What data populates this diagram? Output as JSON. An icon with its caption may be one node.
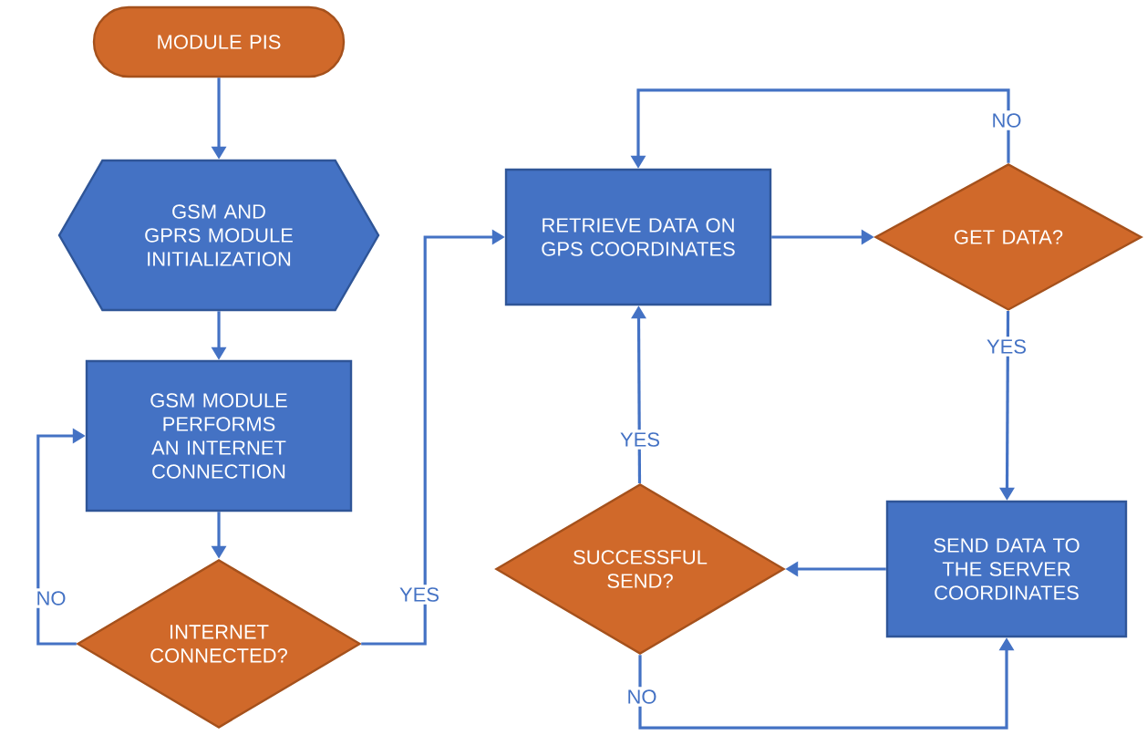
{
  "diagram": {
    "nodes": [
      {
        "text": [
          "MODULE PIS"
        ]
      },
      {
        "text": [
          "GSM AND GPRS MODULE INITIALIZATION"
        ]
      },
      {
        "text": [
          "GSM MODULE PERFORMS AN INTERNET CONNECTION"
        ]
      },
      {
        "text": [
          "INTERNET CONNECTED?"
        ]
      },
      {
        "text": [
          "RETRIEVE DATA ON GPS COORDINATES"
        ]
      },
      {
        "text": [
          "GET DATA?"
        ]
      },
      {
        "text": [
          "SEND DATA TO THE SERVER COORDINATES"
        ]
      },
      {
        "text": [
          "SUCCESSFUL SEND?"
        ]
      }
    ],
    "edges": [
      {
        "from": 0,
        "to": 1,
        "arrow": "to"
      },
      {
        "from": 1,
        "to": 2,
        "arrow": "to"
      },
      {
        "from": 2,
        "to": 3,
        "arrow": "to"
      },
      {
        "from": 3,
        "to": 2,
        "arrow": "to",
        "label": "NO"
      },
      {
        "from": 3,
        "to": 4,
        "arrow": "to",
        "label": "YES"
      },
      {
        "from": 4,
        "to": 5,
        "arrow": "to"
      },
      {
        "from": 5,
        "to": 4,
        "arrow": "to",
        "label": "NO"
      },
      {
        "from": 5,
        "to": 6,
        "arrow": "to",
        "label": "YES"
      },
      {
        "from": 6,
        "to": 7,
        "arrow": "to"
      },
      {
        "from": 7,
        "to": 4,
        "arrow": "to",
        "label": "YES"
      },
      {
        "from": 7,
        "to": 6,
        "arrow": "to",
        "label": "NO"
      }
    ]
  }
}
